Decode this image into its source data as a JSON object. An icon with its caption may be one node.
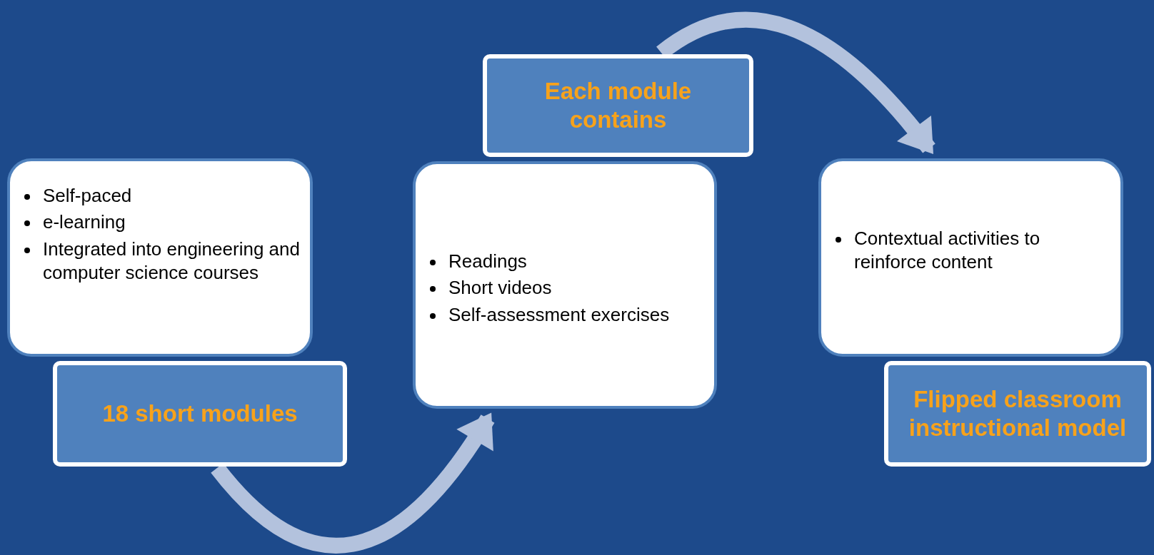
{
  "diagram": {
    "nodes": [
      {
        "text": [
          "Self-paced",
          "e-learning",
          "Integrated into engineering and computer science courses"
        ]
      },
      {
        "text": [
          "18 short modules"
        ]
      },
      {
        "text": [
          "Readings",
          "Short videos",
          "Self-assessment exercises"
        ]
      },
      {
        "text": [
          "Each module contains"
        ]
      },
      {
        "text": [
          "Contextual activities to reinforce content"
        ]
      },
      {
        "text": [
          "Flipped classroom instructional model"
        ]
      }
    ],
    "edges": [
      {
        "from": 1,
        "to": 2,
        "arrow": "to"
      },
      {
        "from": 3,
        "to": 4,
        "arrow": "to"
      }
    ]
  }
}
